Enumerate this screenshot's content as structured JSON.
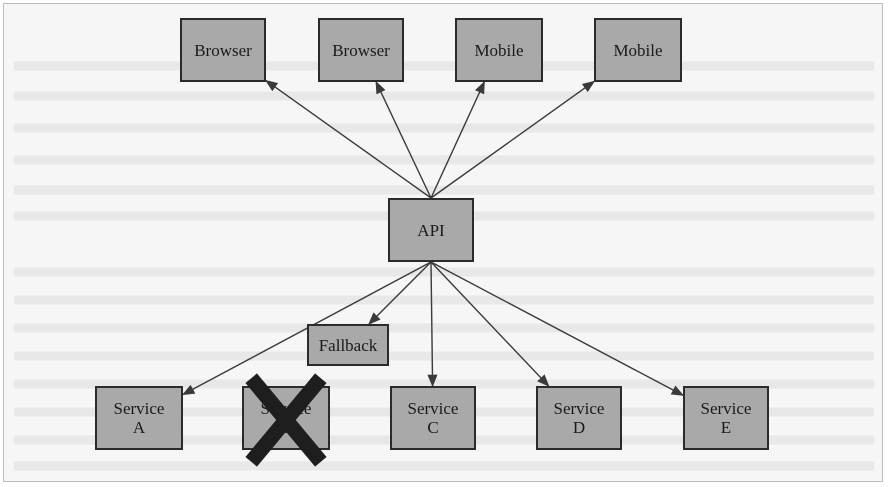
{
  "diagram": {
    "clients": [
      {
        "id": "browser1",
        "label": "Browser"
      },
      {
        "id": "browser2",
        "label": "Browser"
      },
      {
        "id": "mobile1",
        "label": "Mobile"
      },
      {
        "id": "mobile2",
        "label": "Mobile"
      }
    ],
    "api": {
      "id": "api",
      "label": "API"
    },
    "fallback": {
      "id": "fallback",
      "label": "Fallback"
    },
    "services": [
      {
        "id": "serviceA",
        "label": "Service\nA"
      },
      {
        "id": "serviceB",
        "label": "Service\nB",
        "failed": true
      },
      {
        "id": "serviceC",
        "label": "Service\nC"
      },
      {
        "id": "serviceD",
        "label": "Service\nD"
      },
      {
        "id": "serviceE",
        "label": "Service\nE"
      }
    ],
    "edges": [
      {
        "from": "api",
        "to": "browser1"
      },
      {
        "from": "api",
        "to": "browser2"
      },
      {
        "from": "api",
        "to": "mobile1"
      },
      {
        "from": "api",
        "to": "mobile2"
      },
      {
        "from": "api",
        "to": "serviceA"
      },
      {
        "from": "api",
        "to": "fallback"
      },
      {
        "from": "api",
        "to": "serviceC"
      },
      {
        "from": "api",
        "to": "serviceD"
      },
      {
        "from": "api",
        "to": "serviceE"
      }
    ],
    "colors": {
      "node_fill": "#a9a9a9",
      "node_border": "#2b2b2b",
      "edge": "#3a3a3a",
      "failure_mark": "#1e1e1e"
    }
  }
}
